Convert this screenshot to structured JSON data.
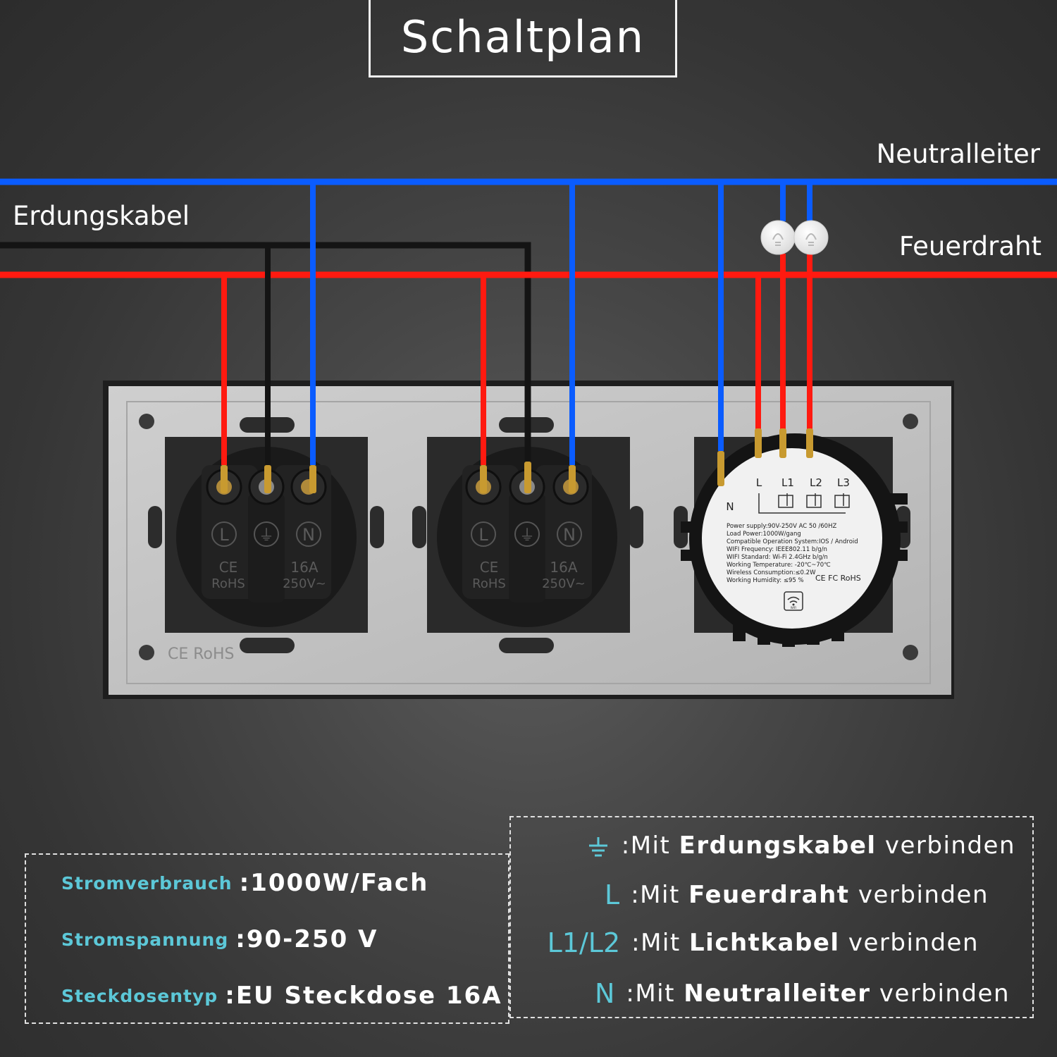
{
  "title": "Schaltplan",
  "wires": {
    "neutral_label": "Neutralleiter",
    "earth_label": "Erdungskabel",
    "live_label": "Feuerdraht",
    "neutral_color": "#0a5cff",
    "live_color": "#ff1a10",
    "earth_color": "#141414",
    "lead_color": "#c89a30"
  },
  "sockets": [
    {
      "terminals": [
        "L",
        "⏚",
        "N"
      ],
      "marks": [
        "CE",
        "RoHS"
      ],
      "rating": [
        "16A",
        "250V~"
      ]
    },
    {
      "terminals": [
        "L",
        "⏚",
        "N"
      ],
      "marks": [
        "CE",
        "RoHS"
      ],
      "rating": [
        "16A",
        "250V~"
      ]
    }
  ],
  "frame_marks": "CE RoHS",
  "switch_module": {
    "terminals": [
      "L",
      "L1",
      "L2",
      "L3",
      "N"
    ],
    "specs": [
      "Power supply:90V-250V AC  50 /60HZ",
      "Load Power:1000W/gang",
      "Compatible Operation System:IOS / Android",
      "WIFI Frequency: IEEE802.11 b/g/n",
      "WIFI Standard: Wi-Fi 2.4GHz b/g/n",
      "Working Temperature: -20℃~70℃",
      "Wireless Consumption:≤0.2W",
      "Working Humidity: ≤95 %"
    ],
    "cert": "CE FC RoHS",
    "wifi_caption": "WIFI"
  },
  "specs": [
    {
      "key": "Stromverbrauch",
      "value": ":1000W/Fach"
    },
    {
      "key": "Stromspannung",
      "value": ":90-250 V"
    },
    {
      "key": "Steckdosentyp",
      "value": ":EU Steckdose 16A"
    }
  ],
  "legend": [
    {
      "symbol": "ground-icon",
      "prefix": ":Mit ",
      "term": "Erdungskabel",
      "suffix": " verbinden"
    },
    {
      "symbol": "L",
      "prefix": ":Mit ",
      "term": "Feuerdraht",
      "suffix": " verbinden"
    },
    {
      "symbol": "L1/L2",
      "prefix": ":Mit ",
      "term": "Lichtkabel",
      "suffix": " verbinden"
    },
    {
      "symbol": "N",
      "prefix": ":Mit ",
      "term": "Neutralleiter",
      "suffix": " verbinden"
    }
  ],
  "colors": {
    "accent": "#5cc8d8"
  }
}
